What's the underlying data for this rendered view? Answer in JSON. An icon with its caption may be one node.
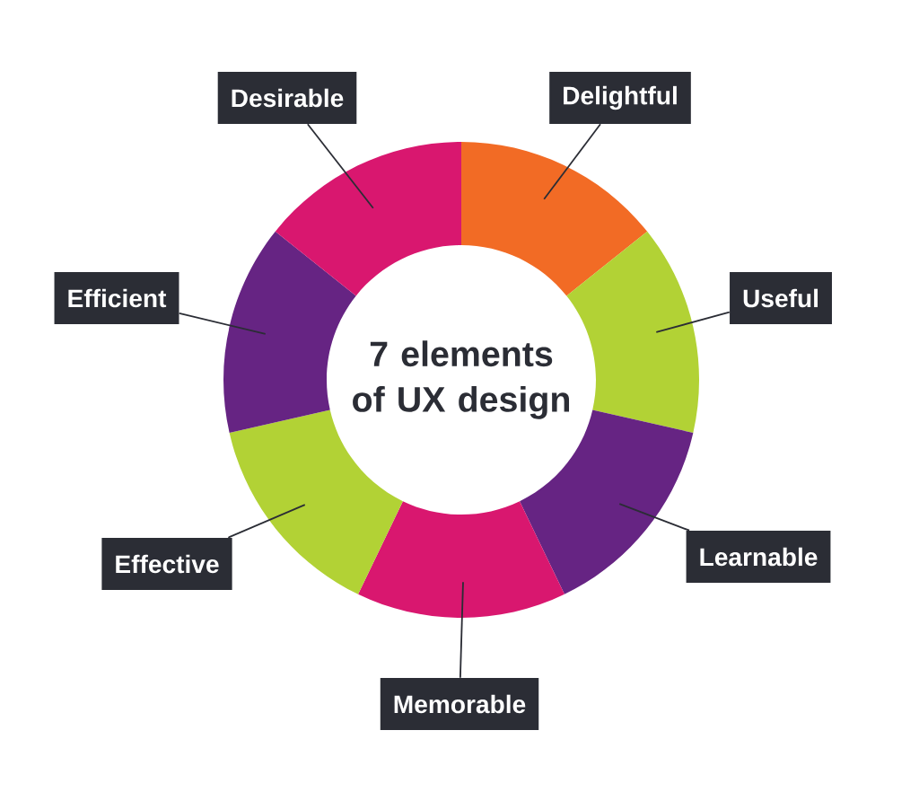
{
  "diagram": {
    "nodes": [
      {
        "text": [
          "Desirable"
        ]
      },
      {
        "text": [
          "Delightful"
        ]
      },
      {
        "text": [
          "Efficient"
        ]
      },
      {
        "text": [
          "7 elements of UX design"
        ]
      },
      {
        "text": [
          "Useful"
        ]
      },
      {
        "text": [
          "Effective"
        ]
      },
      {
        "text": [
          "Learnable"
        ]
      },
      {
        "text": [
          "Memorable"
        ]
      },
      {
        "text": [],
        "shape": "sector"
      },
      {
        "text": [],
        "shape": "sector"
      },
      {
        "text": [],
        "shape": "sector"
      },
      {
        "text": [],
        "shape": "sector"
      },
      {
        "text": [],
        "shape": "sector"
      },
      {
        "text": [],
        "shape": "sector"
      },
      {
        "text": [],
        "shape": "sector"
      }
    ],
    "edges": [
      {
        "from": 0,
        "to": 14,
        "arrow": "none"
      },
      {
        "from": 1,
        "to": 8,
        "arrow": "none"
      },
      {
        "from": 2,
        "to": 13,
        "arrow": "none"
      },
      {
        "from": 4,
        "to": 9,
        "arrow": "none"
      },
      {
        "from": 5,
        "to": 12,
        "arrow": "none"
      },
      {
        "from": 6,
        "to": 10,
        "arrow": "none"
      },
      {
        "from": 7,
        "to": 11,
        "arrow": "none"
      }
    ]
  }
}
